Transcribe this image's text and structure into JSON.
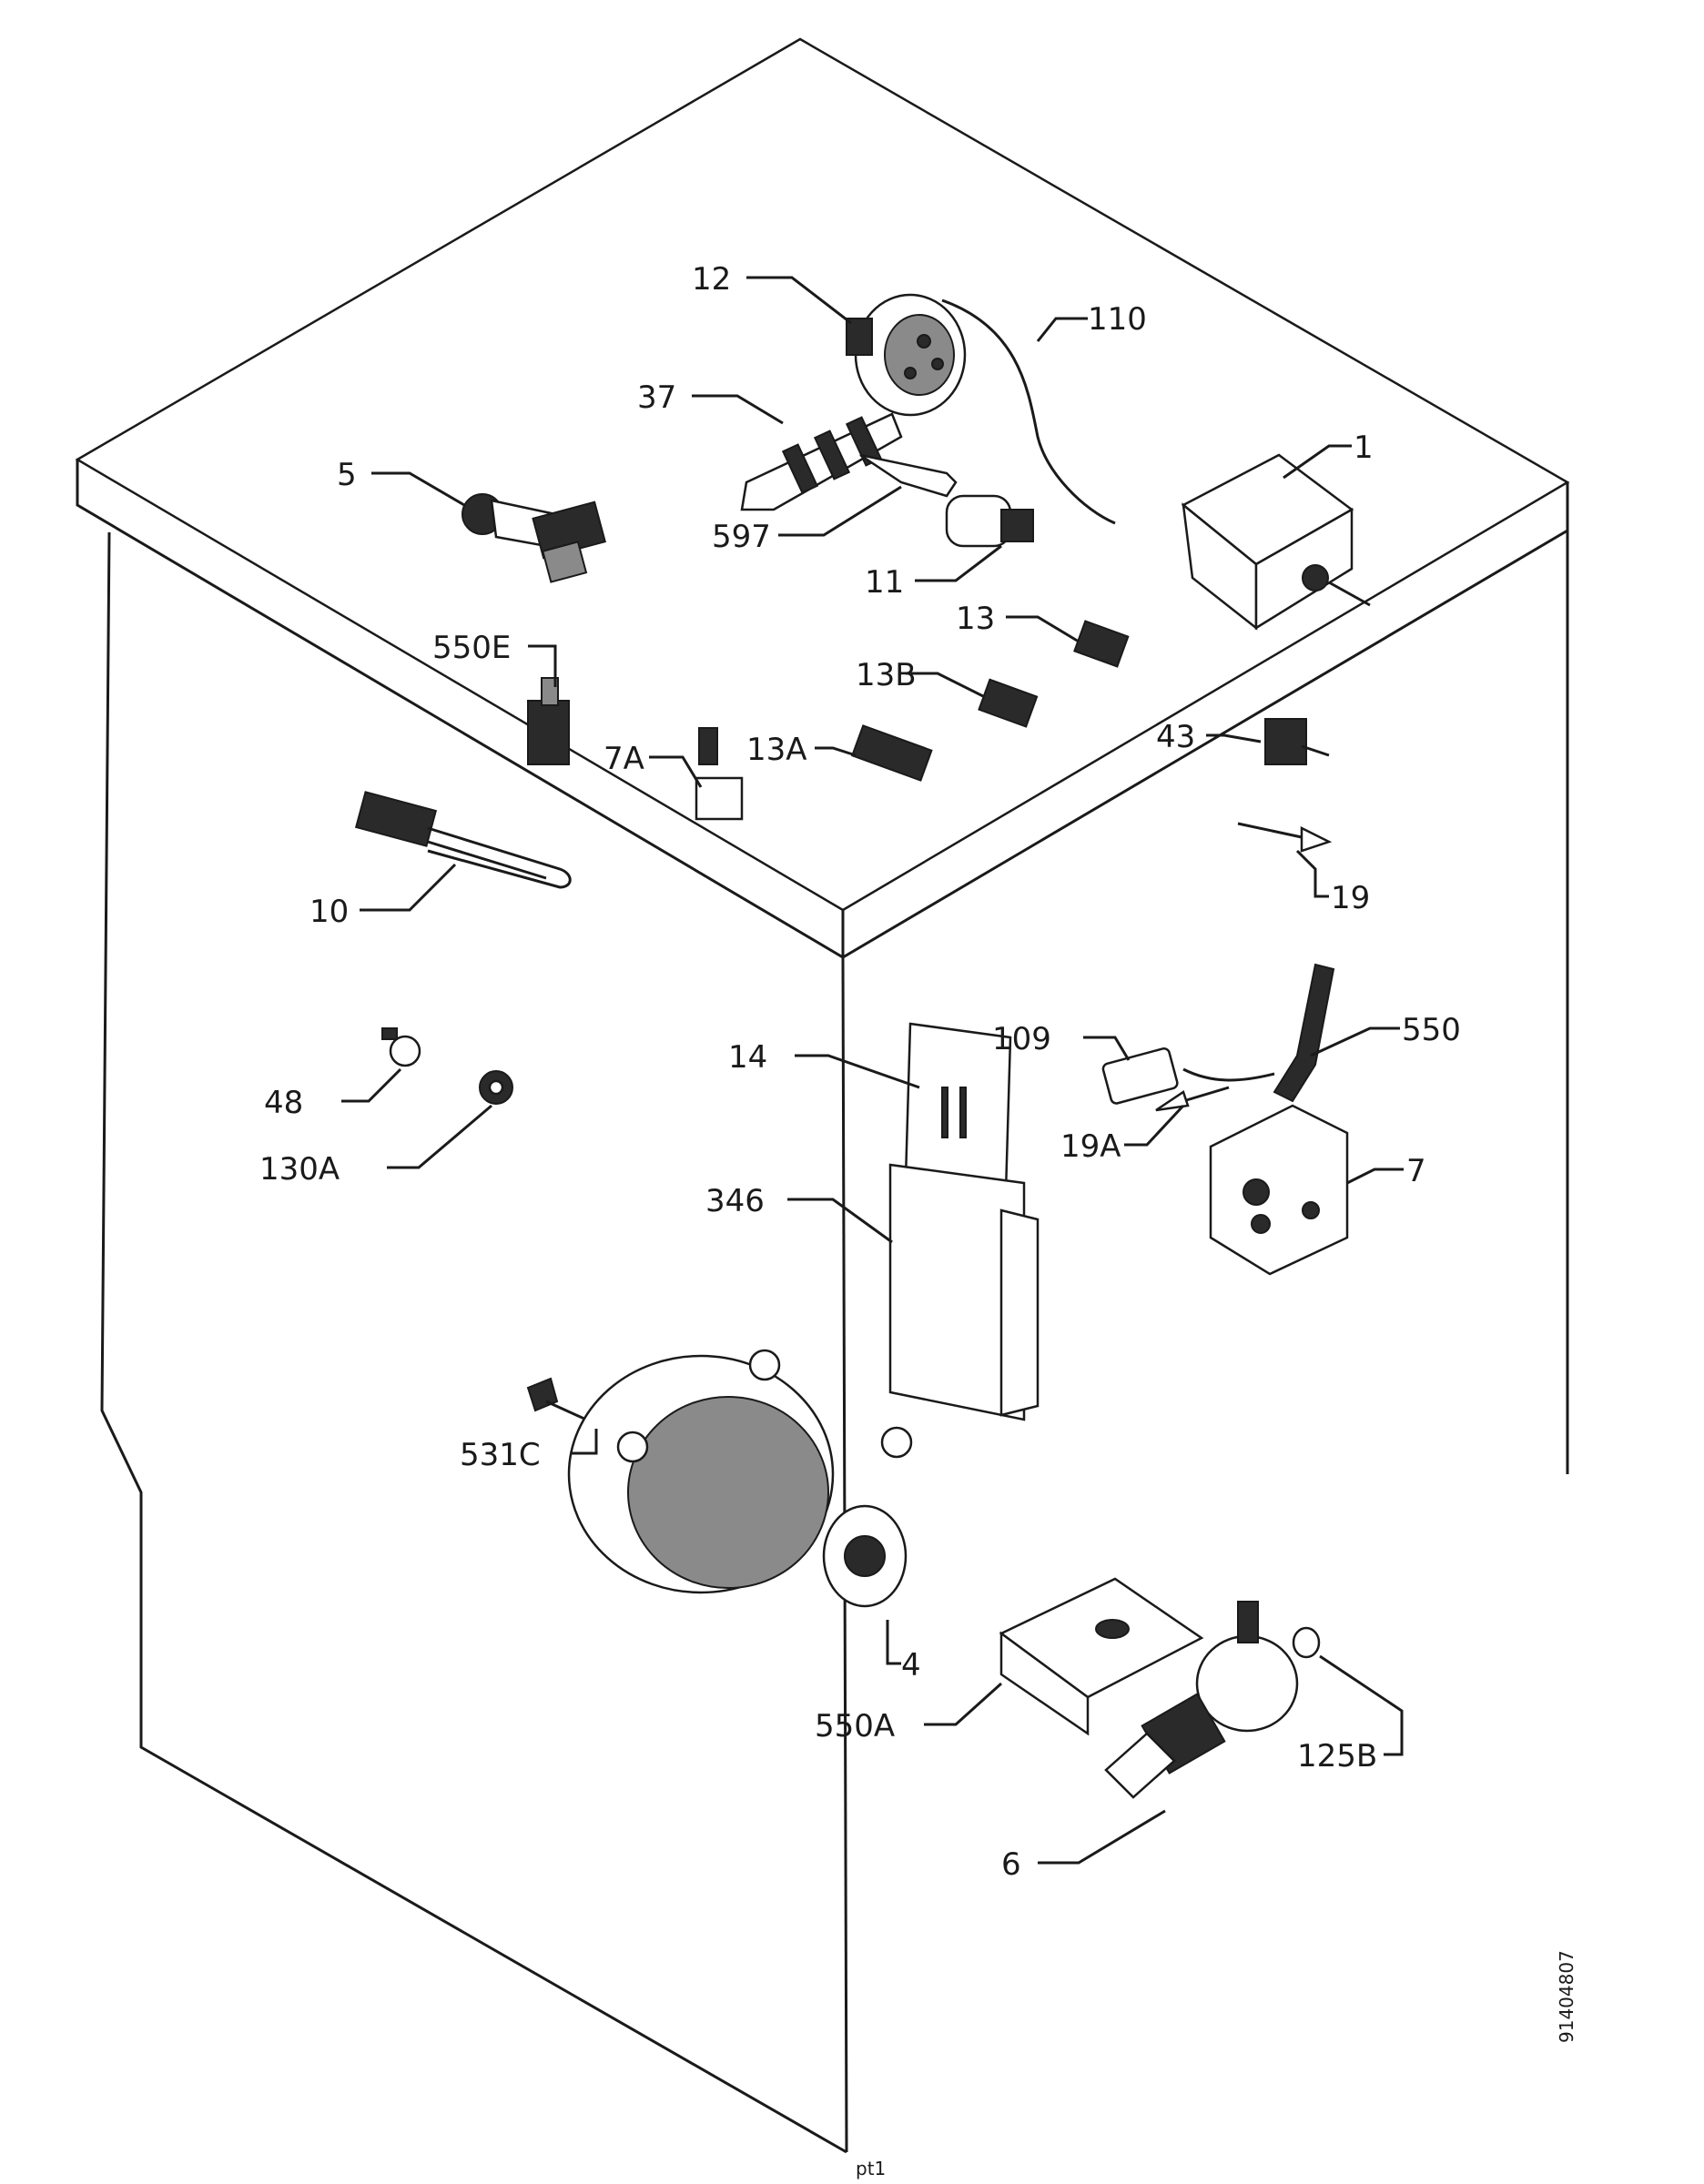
{
  "drawing_code": "91404807",
  "page_mark": "pt1",
  "labels": {
    "p12": "12",
    "p110": "110",
    "p37": "37",
    "p5": "5",
    "p1": "1",
    "p597": "597",
    "p11": "11",
    "p13": "13",
    "p13B": "13B",
    "p550E": "550E",
    "p43": "43",
    "p7A": "7A",
    "p13A": "13A",
    "p19": "19",
    "p10": "10",
    "p109": "109",
    "p550": "550",
    "p14": "14",
    "p48": "48",
    "p19A": "19A",
    "p130A": "130A",
    "p7": "7",
    "p346": "346",
    "p531C": "531C",
    "p4": "4",
    "p550A": "550A",
    "p125B": "125B",
    "p6": "6"
  }
}
